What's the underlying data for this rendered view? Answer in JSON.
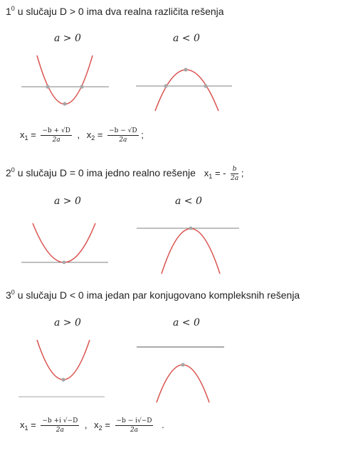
{
  "case1": {
    "number": "1",
    "superscript": "0",
    "text": " u slučaju D > 0 ima dva realna različita rešenja",
    "cond_pos": "a > 0",
    "cond_neg": "a < 0",
    "x1_label": "x",
    "x1_index": "1",
    "x1_eq": "=",
    "x1_num": "−b + √D",
    "x1_den": "2a",
    "comma": ",",
    "x2_label": "x",
    "x2_index": "2",
    "x2_eq": "=",
    "x2_num": "−b − √D",
    "x2_den": "2a",
    "end": ";"
  },
  "case2": {
    "number": "2",
    "superscript": "0",
    "text": " u slučaju D = 0 ima jedno realno rešenje",
    "x1_label": "x",
    "x1_index": "1",
    "x1_eq": "= -",
    "x1_num": "b",
    "x1_den": "2a",
    "end": ";",
    "cond_pos": "a > 0",
    "cond_neg": "a < 0"
  },
  "case3": {
    "number": "3",
    "superscript": "0",
    "text": " u slučaju D < 0 ima jedan par konjugovano kompleksnih rešenja",
    "cond_pos": "a > 0",
    "cond_neg": "a < 0",
    "x1_label": "x",
    "x1_index": "1",
    "x1_eq": "=",
    "x1_num": "−b +i √−D",
    "x1_den": "2a",
    "comma": ",",
    "x2_label": "x",
    "x2_index": "2",
    "x2_eq": "=",
    "x2_num": "−b − i√−D",
    "x2_den": "2a",
    "end": "."
  },
  "colors": {
    "curve": "#d9534f",
    "axis": "#7f7f7f",
    "point": "#a6a6a6"
  }
}
